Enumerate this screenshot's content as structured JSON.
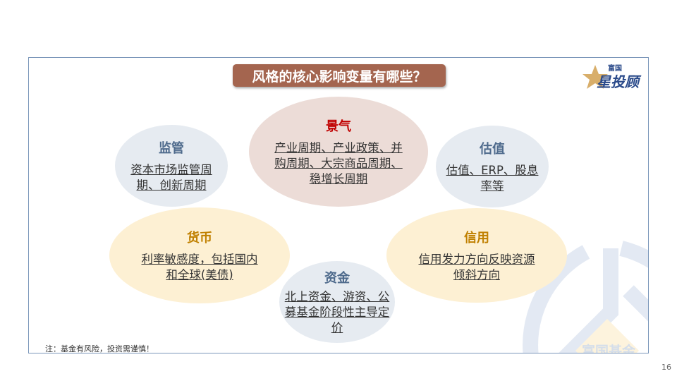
{
  "title": "风格的核心影响变量有哪些？",
  "logo": {
    "small": "富国",
    "large": "星投顾"
  },
  "watermark": "富国基金",
  "factors": [
    {
      "name": "监管",
      "desc": "资本市场监管周期、创新周期"
    },
    {
      "name": "景气",
      "desc": "产业周期、产业政策、并购周期、大宗商品周期、稳增长周期"
    },
    {
      "name": "估值",
      "desc": "估值、ERP、股息率等"
    },
    {
      "name": "货币",
      "desc": "利率敏感度，包括国内和全球(美债)"
    },
    {
      "name": "信用",
      "desc": "信用发力方向反映资源倾斜方向"
    },
    {
      "name": "资金",
      "desc": "北上资金、游资、公募基金阶段性主导定价"
    }
  ],
  "note": "注：基金有风险，投资需谨慎！",
  "page": "16"
}
